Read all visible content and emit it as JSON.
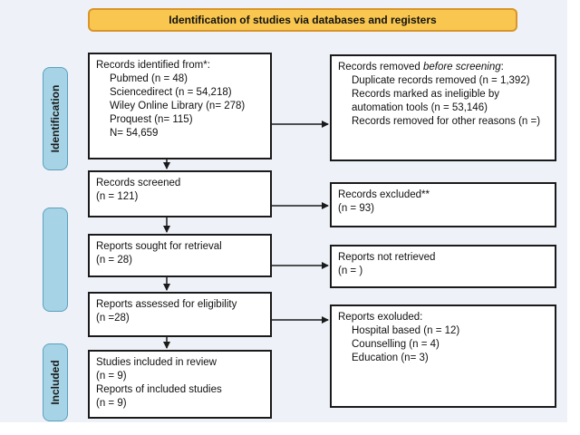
{
  "header": {
    "title": "Identification of studies via databases and registers"
  },
  "phases": {
    "identification": "Identification",
    "screening": "",
    "included": "Included"
  },
  "identified": {
    "heading": "Records identified from*:",
    "pubmed": "Pubmed (n = 48)",
    "sciencedirect": "Sciencedirect (n = 54,218)",
    "wiley": "Wiley Online Library (n= 278)",
    "proquest": "Proquest (n= 115)",
    "total": "N= 54,659"
  },
  "removed": {
    "heading_prefix": "Records removed ",
    "heading_em": "before screening",
    "heading_suffix": ":",
    "duplicates": "Duplicate records removed  (n = 1,392)",
    "ineligible": "Records marked as ineligible by automation tools (n = 53,146)",
    "other": "Records removed for other reasons (n =)"
  },
  "screened": {
    "title": "Records screened",
    "count": "(n = 121)"
  },
  "excluded": {
    "title": "Records excluded**",
    "count": "(n = 93)"
  },
  "sought": {
    "title": "Reports sought for retrieval",
    "count": "(n = 28)"
  },
  "not_retrieved": {
    "title": "Reports not retrieved",
    "count": "(n = )"
  },
  "assessed": {
    "title": "Reports assessed for eligibility",
    "count": "(n =28)"
  },
  "reports_excluded": {
    "title": "Reports exoluded:",
    "hospital": "Hospital based (n = 12)",
    "counselling": "Counselling (n = 4)",
    "education": "Education (n= 3)"
  },
  "included": {
    "studies_title": "Studies included in review",
    "studies_count": "(n = 9)",
    "reports_title": "Reports of included studies",
    "reports_count": "(n = 9)"
  },
  "colors": {
    "banner": "#f9c74f",
    "phase": "#a6d4e6",
    "panel": "#eef2f8",
    "line": "#1a1a1a"
  }
}
